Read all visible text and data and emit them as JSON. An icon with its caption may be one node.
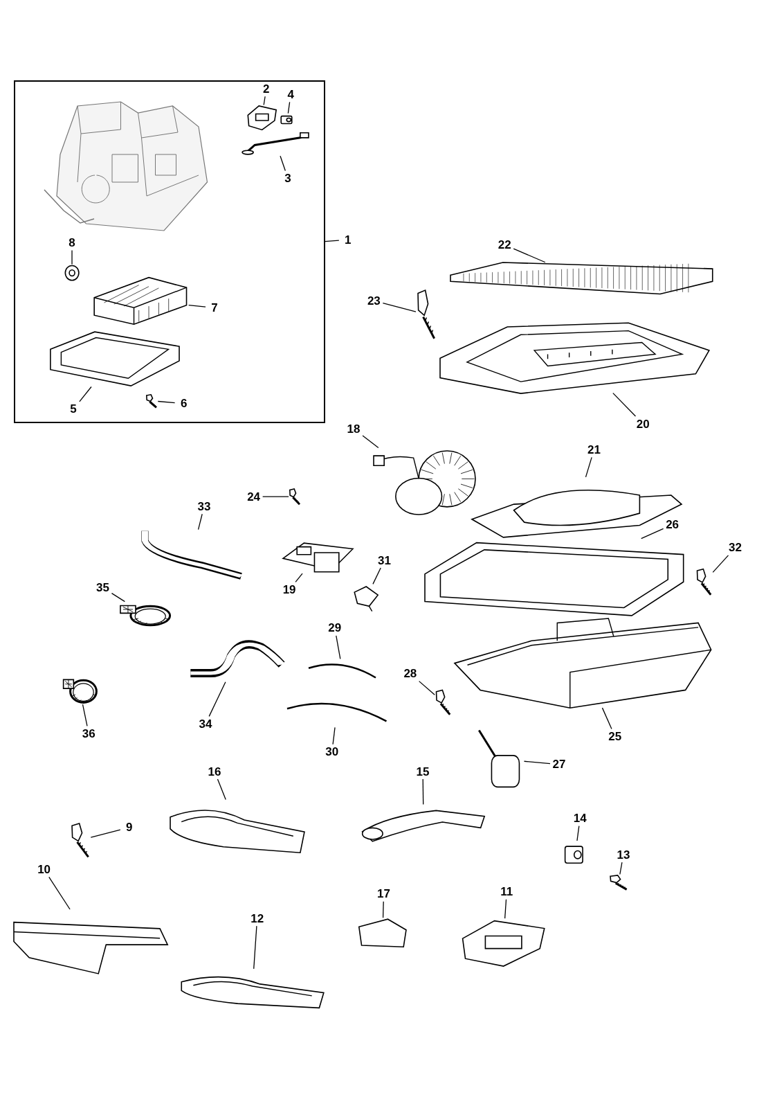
{
  "diagram": {
    "nodes": [
      {
        "text": [],
        "shape": "box"
      },
      {
        "text": [
          "1"
        ]
      },
      {
        "text": [
          "2"
        ],
        "in": 0
      },
      {
        "text": [],
        "shape": "picture",
        "in": 0
      },
      {
        "text": [
          "4"
        ],
        "in": 0
      },
      {
        "text": [],
        "shape": "picture",
        "in": 0
      },
      {
        "text": [
          "3"
        ],
        "in": 0
      },
      {
        "text": [],
        "shape": "picture",
        "in": 0
      },
      {
        "text": [
          "8"
        ],
        "in": 0
      },
      {
        "text": [],
        "shape": "picture",
        "in": 0
      },
      {
        "text": [
          "7"
        ],
        "in": 0
      },
      {
        "text": [],
        "shape": "picture",
        "in": 0
      },
      {
        "text": [
          "5"
        ],
        "in": 0
      },
      {
        "text": [],
        "shape": "picture",
        "in": 0
      },
      {
        "text": [
          "6"
        ],
        "in": 0
      },
      {
        "text": [],
        "shape": "picture",
        "in": 0
      },
      {
        "text": [
          "22"
        ]
      },
      {
        "text": [],
        "shape": "picture"
      },
      {
        "text": [
          "23"
        ]
      },
      {
        "text": [],
        "shape": "picture"
      },
      {
        "text": [
          "20"
        ]
      },
      {
        "text": [],
        "shape": "picture"
      },
      {
        "text": [
          "18"
        ]
      },
      {
        "text": [],
        "shape": "picture"
      },
      {
        "text": [
          "21"
        ]
      },
      {
        "text": [],
        "shape": "picture"
      },
      {
        "text": [
          "24"
        ]
      },
      {
        "text": [],
        "shape": "picture"
      },
      {
        "text": [
          "33"
        ]
      },
      {
        "text": [],
        "shape": "picture"
      },
      {
        "text": [
          "26"
        ]
      },
      {
        "text": [],
        "shape": "picture"
      },
      {
        "text": [
          "32"
        ]
      },
      {
        "text": [],
        "shape": "picture"
      },
      {
        "text": [
          "19"
        ]
      },
      {
        "text": [],
        "shape": "picture"
      },
      {
        "text": [
          "31"
        ]
      },
      {
        "text": [],
        "shape": "picture"
      },
      {
        "text": [
          "35"
        ]
      },
      {
        "text": [],
        "shape": "picture"
      },
      {
        "text": [
          "29"
        ]
      },
      {
        "text": [],
        "shape": "picture"
      },
      {
        "text": [
          "28"
        ]
      },
      {
        "text": [],
        "shape": "picture"
      },
      {
        "text": [
          "34"
        ]
      },
      {
        "text": [],
        "shape": "picture"
      },
      {
        "text": [
          "36"
        ]
      },
      {
        "text": [],
        "shape": "picture"
      },
      {
        "text": [
          "30"
        ]
      },
      {
        "text": [],
        "shape": "picture"
      },
      {
        "text": [
          "25"
        ]
      },
      {
        "text": [],
        "shape": "picture"
      },
      {
        "text": [
          "27"
        ]
      },
      {
        "text": [],
        "shape": "picture"
      },
      {
        "text": [
          "16"
        ]
      },
      {
        "text": [],
        "shape": "picture"
      },
      {
        "text": [
          "15"
        ]
      },
      {
        "text": [],
        "shape": "picture"
      },
      {
        "text": [
          "9"
        ]
      },
      {
        "text": [],
        "shape": "picture"
      },
      {
        "text": [
          "14"
        ]
      },
      {
        "text": [],
        "shape": "picture"
      },
      {
        "text": [
          "13"
        ]
      },
      {
        "text": [],
        "shape": "picture"
      },
      {
        "text": [
          "10"
        ]
      },
      {
        "text": [],
        "shape": "picture"
      },
      {
        "text": [
          "17"
        ]
      },
      {
        "text": [],
        "shape": "picture"
      },
      {
        "text": [
          "11"
        ]
      },
      {
        "text": [],
        "shape": "picture"
      },
      {
        "text": [
          "12"
        ]
      },
      {
        "text": [],
        "shape": "picture"
      }
    ],
    "edges": [
      {
        "from": 1,
        "to": 0,
        "arrow": "none"
      },
      {
        "from": 2,
        "to": 3,
        "arrow": "none"
      },
      {
        "from": 4,
        "to": 5,
        "arrow": "none"
      },
      {
        "from": 6,
        "to": 7,
        "arrow": "none"
      },
      {
        "from": 8,
        "to": 9,
        "arrow": "none"
      },
      {
        "from": 10,
        "to": 11,
        "arrow": "none"
      },
      {
        "from": 12,
        "to": 13,
        "arrow": "none"
      },
      {
        "from": 14,
        "to": 15,
        "arrow": "none"
      },
      {
        "from": 16,
        "to": 17,
        "arrow": "none"
      },
      {
        "from": 18,
        "to": 19,
        "arrow": "none"
      },
      {
        "from": 20,
        "to": 21,
        "arrow": "none"
      },
      {
        "from": 22,
        "to": 23,
        "arrow": "none"
      },
      {
        "from": 24,
        "to": 25,
        "arrow": "none"
      },
      {
        "from": 26,
        "to": 27,
        "arrow": "none"
      },
      {
        "from": 28,
        "to": 29,
        "arrow": "none"
      },
      {
        "from": 30,
        "to": 31,
        "arrow": "none"
      },
      {
        "from": 32,
        "to": 33,
        "arrow": "none"
      },
      {
        "from": 34,
        "to": 35,
        "arrow": "none"
      },
      {
        "from": 36,
        "to": 37,
        "arrow": "none"
      },
      {
        "from": 38,
        "to": 39,
        "arrow": "none"
      },
      {
        "from": 40,
        "to": 41,
        "arrow": "none"
      },
      {
        "from": 42,
        "to": 43,
        "arrow": "none"
      },
      {
        "from": 44,
        "to": 45,
        "arrow": "none"
      },
      {
        "from": 46,
        "to": 47,
        "arrow": "none"
      },
      {
        "from": 48,
        "to": 49,
        "arrow": "none"
      },
      {
        "from": 50,
        "to": 51,
        "arrow": "none"
      },
      {
        "from": 52,
        "to": 53,
        "arrow": "none"
      },
      {
        "from": 54,
        "to": 55,
        "arrow": "none"
      },
      {
        "from": 56,
        "to": 57,
        "arrow": "none"
      },
      {
        "from": 58,
        "to": 59,
        "arrow": "none"
      },
      {
        "from": 60,
        "to": 61,
        "arrow": "none"
      },
      {
        "from": 62,
        "to": 63,
        "arrow": "none"
      },
      {
        "from": 64,
        "to": 65,
        "arrow": "none"
      },
      {
        "from": 66,
        "to": 67,
        "arrow": "none"
      },
      {
        "from": 68,
        "to": 69,
        "arrow": "none"
      },
      {
        "from": 70,
        "to": 71,
        "arrow": "none"
      }
    ]
  }
}
